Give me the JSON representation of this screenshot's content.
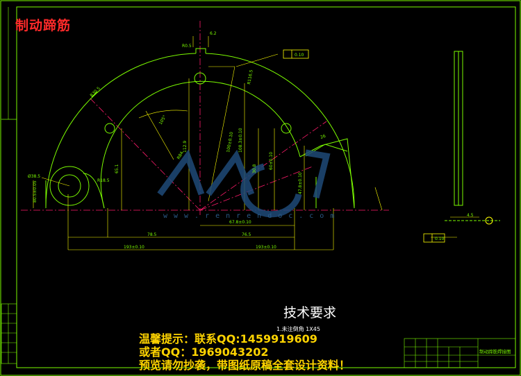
{
  "drawing": {
    "title": "制动蹄筋",
    "technical_requirements_title": "技术要求",
    "technical_requirements_text": "1.未注倒角 1X45",
    "watermark_url": "www.renrendoc.com"
  },
  "notice": {
    "line1": "温馨提示：联系QQ:1459919609",
    "line2": "或者QQ：1969043202",
    "line3": "预览请勿抄袭，带图纸原稿全套设计资料！"
  },
  "dimensions": [
    {
      "id": "dim-b",
      "text": "R0.5"
    },
    {
      "id": "dim-top",
      "text": "6.2"
    },
    {
      "id": "dim-r30",
      "text": "R30.5"
    },
    {
      "id": "dim-r116",
      "text": "R116.5"
    },
    {
      "id": "dim-r84",
      "text": "R84"
    },
    {
      "id": "dim-h65",
      "text": "65.1"
    },
    {
      "id": "dim-h112",
      "text": "112.9"
    },
    {
      "id": "dim-arc",
      "text": "105°"
    },
    {
      "id": "dim-h108",
      "text": "108.3±0.10"
    },
    {
      "id": "dim-h100",
      "text": "100±0.10"
    },
    {
      "id": "dim-h30",
      "text": "30.8"
    },
    {
      "id": "dim-h60",
      "text": "60±0.10"
    },
    {
      "id": "dim-h47",
      "text": "47.8±0.10"
    },
    {
      "id": "dim-d26",
      "text": "26"
    },
    {
      "id": "dim-w67",
      "text": "67.8±0.10"
    },
    {
      "id": "dim-w78",
      "text": "78.5"
    },
    {
      "id": "dim-w76",
      "text": "76.5"
    },
    {
      "id": "dim-w193l",
      "text": "193±0.10"
    },
    {
      "id": "dim-w193r",
      "text": "193±0.10"
    },
    {
      "id": "dim-left",
      "text": "80.5±0.05"
    },
    {
      "id": "dim-hole",
      "text": "Ø38.5"
    },
    {
      "id": "dim-r18",
      "text": "R18.5"
    },
    {
      "id": "dim-tol1",
      "text": "0.10"
    },
    {
      "id": "dim-tol2",
      "text": "0.10"
    },
    {
      "id": "dim-side",
      "text": "4.5"
    }
  ],
  "title_block": {
    "name": "制动蹄筋焊接图"
  },
  "colors": {
    "background": "#000000",
    "outline": "#7cfc00",
    "dimension": "#7cfc00",
    "leader": "#ffff00",
    "center_line": "#ff1b6b",
    "frame": "#7cfc00",
    "tolerance_box": "#ffff00"
  }
}
